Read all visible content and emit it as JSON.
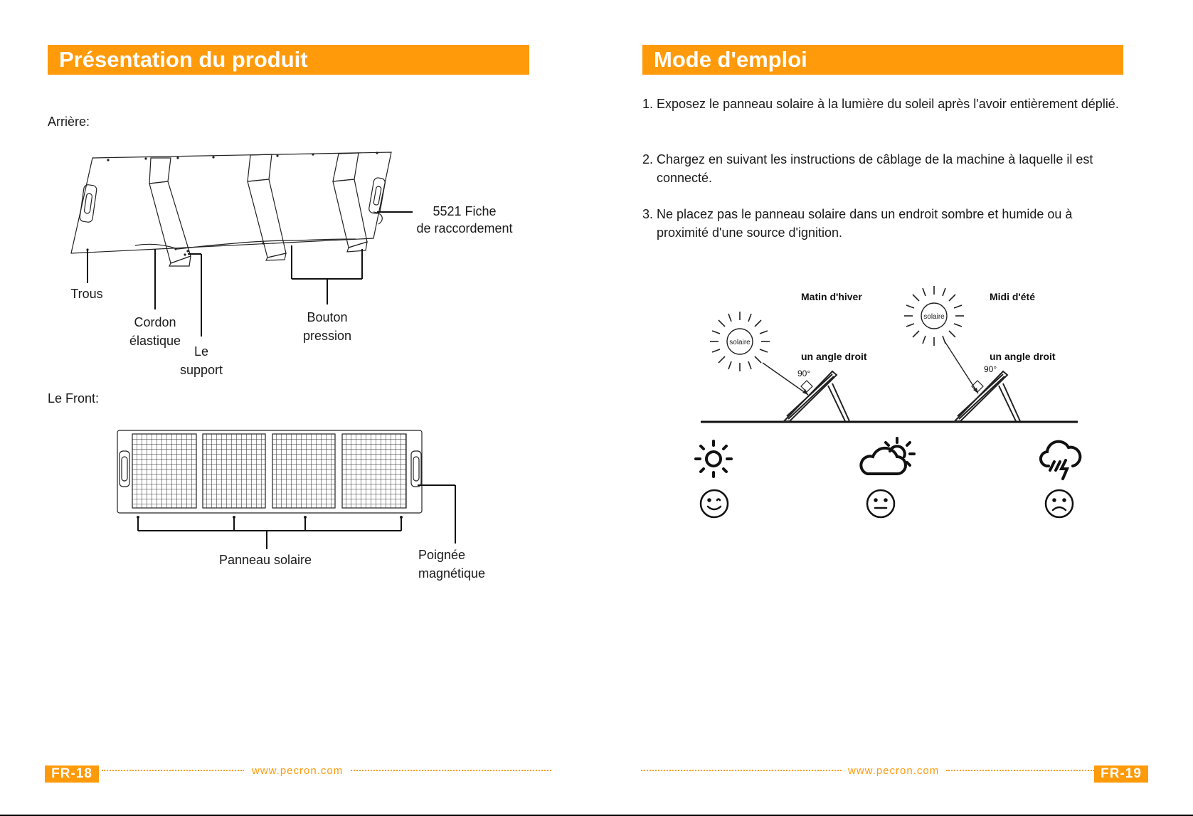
{
  "left_page": {
    "header": "Présentation du produit",
    "back_label": "Arrière:",
    "back_callouts": {
      "trous": "Trous",
      "cordon": [
        "Cordon",
        "élastique"
      ],
      "support": [
        "Le",
        "support"
      ],
      "bouton": [
        "Bouton",
        "pression"
      ],
      "fiche": [
        "5521 Fiche",
        "de raccordement"
      ]
    },
    "front_label": "Le Front:",
    "front_callouts": {
      "panneau": "Panneau solaire",
      "poignee": [
        "Poignée",
        "magnétique"
      ]
    },
    "footer": {
      "page": "FR-18",
      "url": "www.pecron.com"
    }
  },
  "right_page": {
    "header": "Mode d'emploi",
    "steps": [
      "1. Exposez le panneau solaire à la lumière du soleil après l'avoir entièrement déplié.",
      "2. Chargez en suivant les instructions de câblage de la machine à laquelle il est connecté.",
      "3. Ne placez pas le panneau solaire dans un endroit sombre et humide ou à proximité d'une source d'ignition."
    ],
    "diagram": {
      "left": {
        "title": "Matin d'hiver",
        "sun": "solaire",
        "angle_label": "un angle droit",
        "degrees": "90°"
      },
      "right": {
        "title": "Midi d'été",
        "sun": "solaire",
        "angle_label": "un angle droit",
        "degrees": "90°"
      }
    },
    "weather": [
      {
        "icon": "sun-icon",
        "mood": "happy-face-icon"
      },
      {
        "icon": "partly-cloudy-icon",
        "mood": "neutral-face-icon"
      },
      {
        "icon": "storm-cloud-icon",
        "mood": "sad-face-icon"
      }
    ],
    "footer": {
      "page": "FR-19",
      "url": "www.pecron.com"
    }
  },
  "colors": {
    "accent": "#ff9a0a",
    "text": "#1a1a1a"
  }
}
